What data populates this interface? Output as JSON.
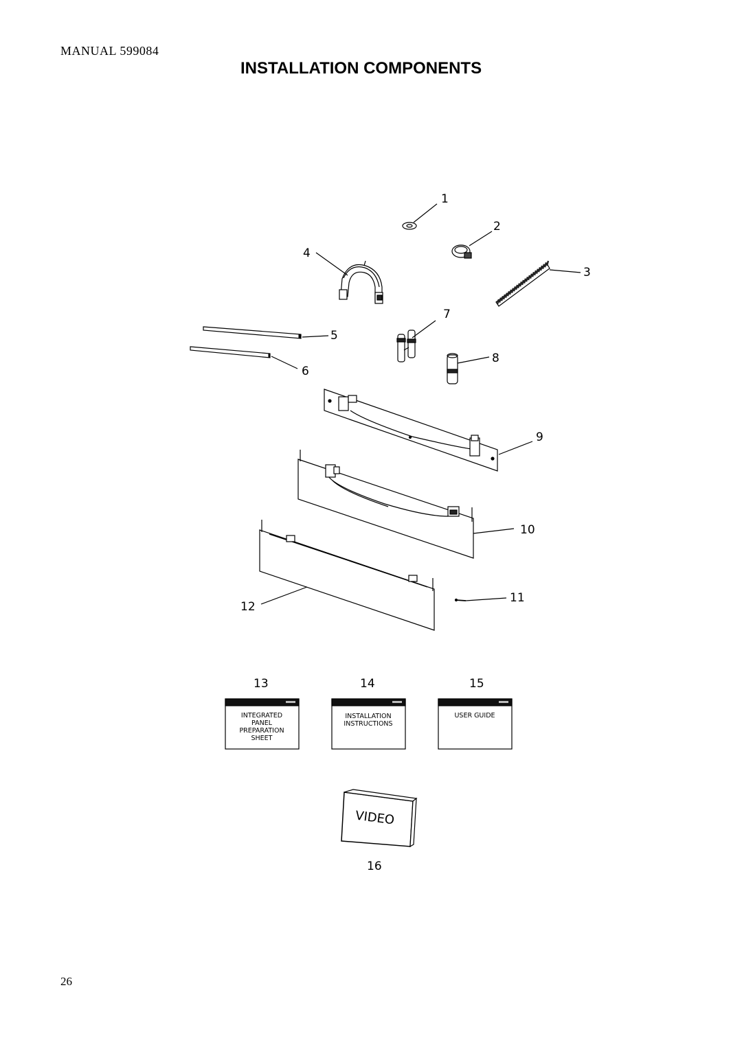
{
  "header": {
    "manual_ref": "MANUAL 599084",
    "title": "INSTALLATION COMPONENTS"
  },
  "callouts": [
    "1",
    "2",
    "3",
    "4",
    "5",
    "6",
    "7",
    "8",
    "9",
    "10",
    "11",
    "12",
    "13",
    "14",
    "15",
    "16"
  ],
  "documents": {
    "sheet_13": [
      "INTEGRATED",
      "PANEL",
      "PREPARATION",
      "SHEET"
    ],
    "sheet_14": [
      "INSTALLATION",
      "INSTRUCTIONS"
    ],
    "sheet_15": [
      "USER GUIDE"
    ]
  },
  "video": {
    "label": "VIDEO"
  },
  "footer": {
    "page_number": "26"
  }
}
